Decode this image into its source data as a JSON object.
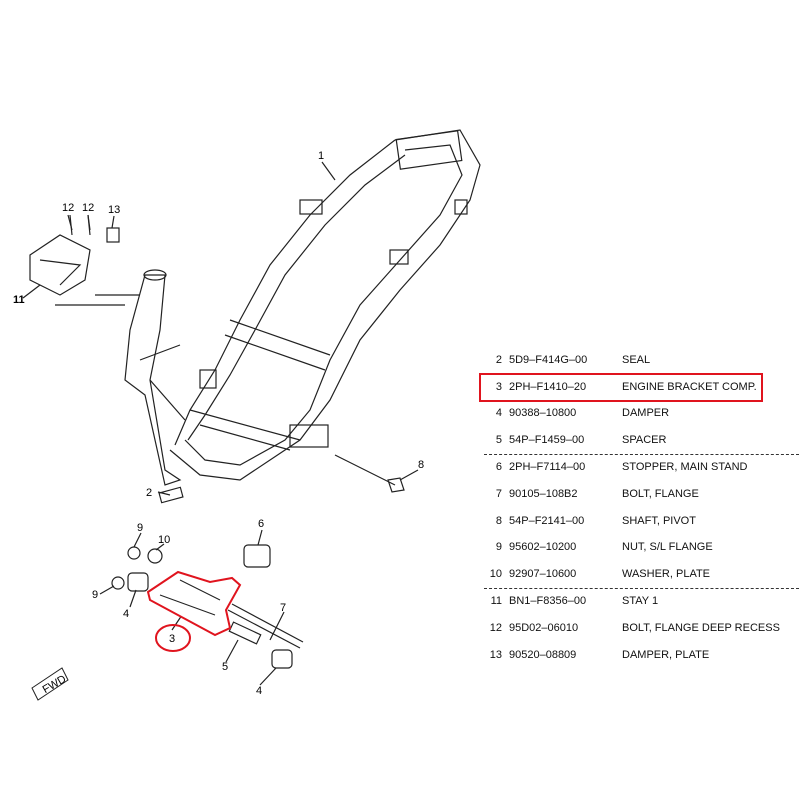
{
  "diagram": {
    "callouts": [
      "1",
      "12",
      "12",
      "13",
      "11",
      "2",
      "9",
      "10",
      "6",
      "9",
      "4",
      "3",
      "7",
      "5",
      "4",
      "8"
    ],
    "fwd_label": "FWD",
    "highlight_color": "#e0141e"
  },
  "parts_list": {
    "rows": [
      {
        "no": "2",
        "part_number": "5D9–F414G–00",
        "description": "SEAL"
      },
      {
        "no": "3",
        "part_number": "2PH–F1410–20",
        "description": "ENGINE BRACKET COMP."
      },
      {
        "no": "4",
        "part_number": "90388–10800",
        "description": "DAMPER"
      },
      {
        "no": "5",
        "part_number": "54P–F1459–00",
        "description": "SPACER"
      },
      {
        "no": "6",
        "part_number": "2PH–F7114–00",
        "description": "STOPPER, MAIN STAND"
      },
      {
        "no": "7",
        "part_number": "90105–108B2",
        "description": "BOLT, FLANGE"
      },
      {
        "no": "8",
        "part_number": "54P–F2141–00",
        "description": "SHAFT, PIVOT"
      },
      {
        "no": "9",
        "part_number": "95602–10200",
        "description": "NUT, S/L FLANGE"
      },
      {
        "no": "10",
        "part_number": "92907–10600",
        "description": "WASHER, PLATE"
      },
      {
        "no": "11",
        "part_number": "BN1–F8356–00",
        "description": "STAY 1"
      },
      {
        "no": "12",
        "part_number": "95D02–06010",
        "description": "BOLT, FLANGE DEEP RECESS"
      },
      {
        "no": "13",
        "part_number": "90520–08809",
        "description": "DAMPER, PLATE"
      }
    ]
  }
}
